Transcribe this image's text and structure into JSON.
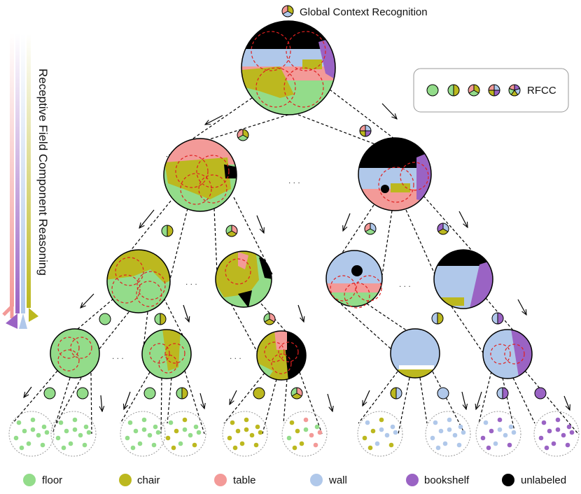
{
  "title": "Global Context Recognition",
  "side_label": "Receptive Field Component Reasoning",
  "rfcc_label": "RFCC",
  "ellipsis": ". . .",
  "legend": [
    {
      "name": "floor",
      "color": "#93dc8a"
    },
    {
      "name": "chair",
      "color": "#bcb81f"
    },
    {
      "name": "table",
      "color": "#f39a98"
    },
    {
      "name": "wall",
      "color": "#b0c8ea"
    },
    {
      "name": "bookshelf",
      "color": "#9a63c4"
    },
    {
      "name": "unlabeled",
      "color": "#000000"
    }
  ],
  "colors": {
    "floor": "#93dc8a",
    "chair": "#bcb81f",
    "table": "#f39a98",
    "wall": "#b0c8ea",
    "bookshelf": "#9a63c4",
    "unlabeled": "#000000",
    "dashed_circle": "#e02020",
    "arrow": "#000000"
  }
}
